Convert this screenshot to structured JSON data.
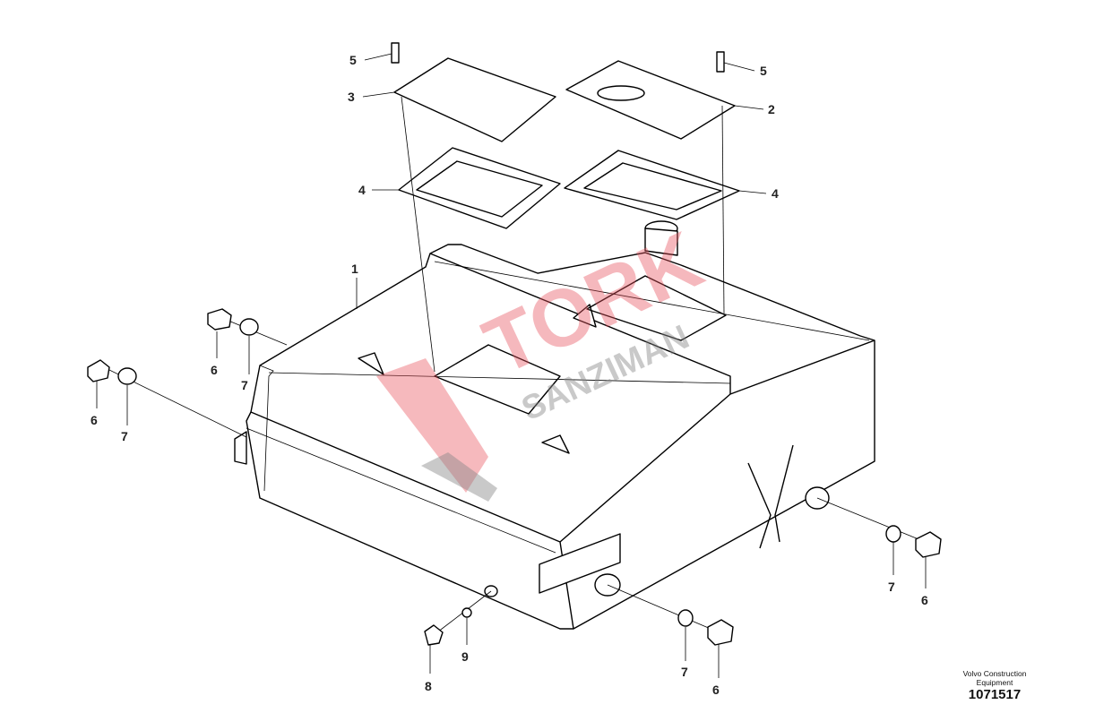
{
  "diagram": {
    "callouts": {
      "c5a": "5",
      "c3": "3",
      "c5b": "5",
      "c2": "2",
      "c4a": "4",
      "c4b": "4",
      "c1": "1",
      "c6a": "6",
      "c7a": "7",
      "c6b": "6",
      "c7b": "7",
      "c9": "9",
      "c8": "8",
      "c7c": "7",
      "c6c": "6",
      "c7d": "7",
      "c6d": "6"
    },
    "watermark": {
      "line1": "TORK",
      "line2": "SANZIMAN"
    }
  },
  "footer": {
    "manufacturer": "Volvo Construction Equipment",
    "part_number": "1071517"
  }
}
